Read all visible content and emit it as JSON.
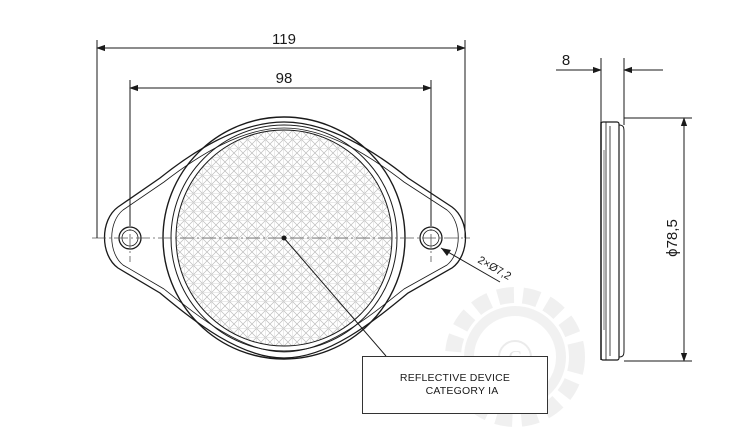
{
  "dimensions": {
    "overall_width": "119",
    "hole_spacing": "98",
    "thickness": "8",
    "diameter": "ϕ78,5",
    "holes": "2×Ø7,2"
  },
  "callout": {
    "line1": "REFLECTIVE DEVICE",
    "line2": "CATEGORY IA"
  },
  "watermark": {
    "symbol": "C",
    "color": "#e6e6e6"
  },
  "colors": {
    "line": "#1a1a1a",
    "center_line": "#555555",
    "texture": "#bdbdbd"
  }
}
